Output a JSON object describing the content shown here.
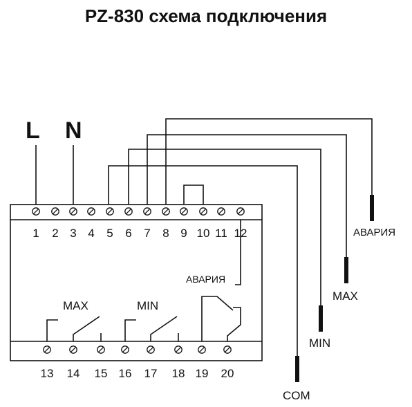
{
  "title": "PZ-830 схема подключения",
  "supply": {
    "line": "L",
    "neutral": "N"
  },
  "top_terminals": [
    "1",
    "2",
    "3",
    "4",
    "5",
    "6",
    "7",
    "8",
    "9",
    "10",
    "11",
    "12"
  ],
  "bottom_terminals": [
    "13",
    "14",
    "15",
    "16",
    "17",
    "18",
    "19",
    "20"
  ],
  "relays": {
    "max": "MAX",
    "min": "MIN"
  },
  "alarm_label": "АВАРИЯ",
  "probes": {
    "alarm": "АВАРИЯ",
    "max": "MAX",
    "min": "MIN",
    "com": "COM"
  },
  "colors": {
    "line": "#111111",
    "background": "#ffffff"
  }
}
